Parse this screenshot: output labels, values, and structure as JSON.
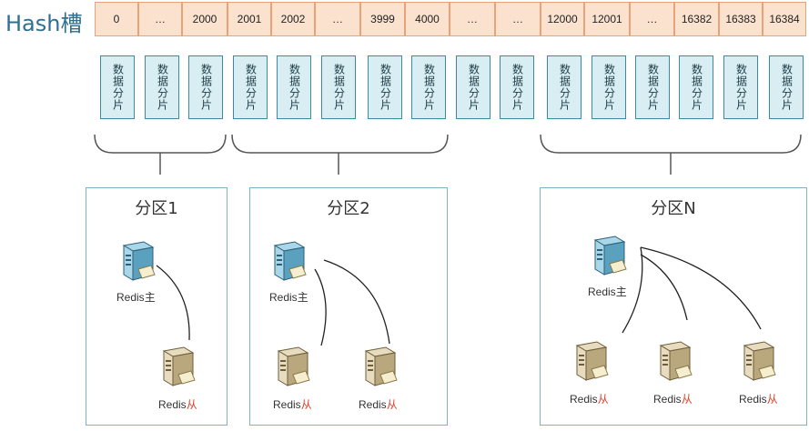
{
  "title": "Hash槽",
  "slots": [
    "0",
    "…",
    "2000",
    "2001",
    "2002",
    "…",
    "3999",
    "4000",
    "…",
    "…",
    "12000",
    "12001",
    "…",
    "16382",
    "16383",
    "16384"
  ],
  "shard_label": "数据分片",
  "partitions": [
    {
      "title": "分区1",
      "master": {
        "name": "Redis",
        "role": "主"
      },
      "slaves": [
        {
          "name": "Redis",
          "role": "从"
        }
      ]
    },
    {
      "title": "分区2",
      "master": {
        "name": "Redis",
        "role": "主"
      },
      "slaves": [
        {
          "name": "Redis",
          "role": "从"
        },
        {
          "name": "Redis",
          "role": "从"
        }
      ]
    },
    {
      "title": "分区N",
      "master": {
        "name": "Redis",
        "role": "主"
      },
      "slaves": [
        {
          "name": "Redis",
          "role": "从"
        },
        {
          "name": "Redis",
          "role": "从"
        },
        {
          "name": "Redis",
          "role": "从"
        }
      ]
    }
  ],
  "colors": {
    "slot_fill": "#fbe2cf",
    "shard_fill": "#d8eef2",
    "slave_role": "#e0412c"
  }
}
